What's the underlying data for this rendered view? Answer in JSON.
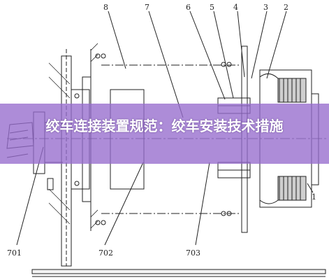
{
  "banner": {
    "title": "绞车连接装置规范：绞车安装技术措施",
    "color": "#9a6ccd"
  },
  "callouts": {
    "top": [
      "8",
      "7",
      "6",
      "5",
      "4",
      "3",
      "2"
    ],
    "right": "1",
    "bottom": [
      "701",
      "702",
      "703"
    ]
  },
  "colors": {
    "ink": "#222222",
    "background": "#ffffff"
  }
}
